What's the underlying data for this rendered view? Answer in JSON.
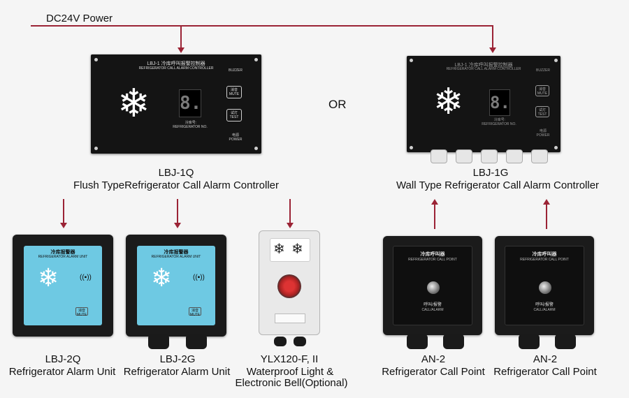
{
  "power_label": "DC24V Power",
  "or_label": "OR",
  "controllers": [
    {
      "model": "LBJ-1Q",
      "description": "Flush TypeRefrigerator Call Alarm Controller",
      "panel_title_cn": "LBJ-1 冷库呼叫报警控制器",
      "panel_title_en": "REFRIGERATOR CALL ALARM CONTROLLER",
      "display_digit": "8.",
      "refno_cn": "冷库号:",
      "refno_en": "REFRIGERATOR NO.",
      "buzzer_label": "BUZZER",
      "mute_label": "消音 MUTE",
      "test_label": "试灯 TEST",
      "power_cn": "电源",
      "power_en": "POWER"
    },
    {
      "model": "LBJ-1G",
      "description": "Wall Type Refrigerator Call Alarm Controller",
      "panel_title_cn": "LBJ-1 冷库呼叫报警控制器",
      "panel_title_en": "REFRIGERATOR CALL ALARM CONTROLLER",
      "display_digit": "8.",
      "refno_cn": "冷库号:",
      "refno_en": "REFRIGERATOR NO.",
      "buzzer_label": "BUZZER",
      "mute_label": "消音 MUTE",
      "test_label": "试灯 TEST",
      "power_cn": "电源",
      "power_en": "POWER"
    }
  ],
  "alarm_units": [
    {
      "model": "LBJ-2Q",
      "description": "Refrigerator Alarm Unit",
      "face_cn": "冷库报警器",
      "face_en": "REFRIGERATOR ALARM UNIT",
      "mute_label": "消音 MUTE"
    },
    {
      "model": "LBJ-2G",
      "description": "Refrigerator Alarm Unit",
      "face_cn": "冷库报警器",
      "face_en": "REFRIGERATOR ALARM UNIT",
      "mute_label": "消音 MUTE"
    }
  ],
  "light_bell": {
    "model": "YLX120-F, II",
    "description_line1": "Waterproof Light &",
    "description_line2": "Electronic Bell(Optional)"
  },
  "call_points": [
    {
      "model": "AN-2",
      "description": "Refrigerator Call Point",
      "face_cn": "冷库呼叫器",
      "face_en": "REFRIGERATOR CALL POINT",
      "btn_cn": "呼叫/报警",
      "btn_en": "CALL/ALARM"
    },
    {
      "model": "AN-2",
      "description": "Refrigerator Call Point",
      "face_cn": "冷库呼叫器",
      "face_en": "REFRIGERATOR CALL POINT",
      "btn_cn": "呼叫/报警",
      "btn_en": "CALL/ALARM"
    }
  ],
  "colors": {
    "wire": "#9b2335",
    "panel": "#141414",
    "alarm_face": "#6ec9e3",
    "background": "#f5f5f5"
  },
  "icons": [
    "snowflake-icon",
    "speaker-icon",
    "red-push-button-icon",
    "cable-gland-icon"
  ]
}
